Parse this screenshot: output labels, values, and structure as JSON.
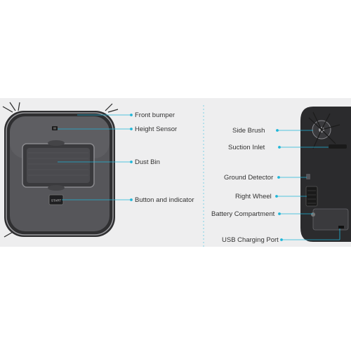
{
  "colors": {
    "background": "#ffffff",
    "band": "#eeeeef",
    "callout_line": "#1fb6d8",
    "divider": "#7fd2e6",
    "robot_body": "#3b3b3e",
    "robot_top": "#5a5a5e",
    "text": "#333333"
  },
  "labels": {
    "front_bumper": "Front bumper",
    "height_sensor": "Height Sensor",
    "dust_bin": "Dust Bin",
    "button_indicator": "Button and indicator",
    "side_brush": "Side Brush",
    "suction_inlet": "Suction Inlet",
    "ground_detector": "Ground Detector",
    "right_wheel": "Right Wheel",
    "battery_compartment": "Battery Compartment",
    "usb_charging_port": "USB Charging Port"
  },
  "button_text": "START"
}
